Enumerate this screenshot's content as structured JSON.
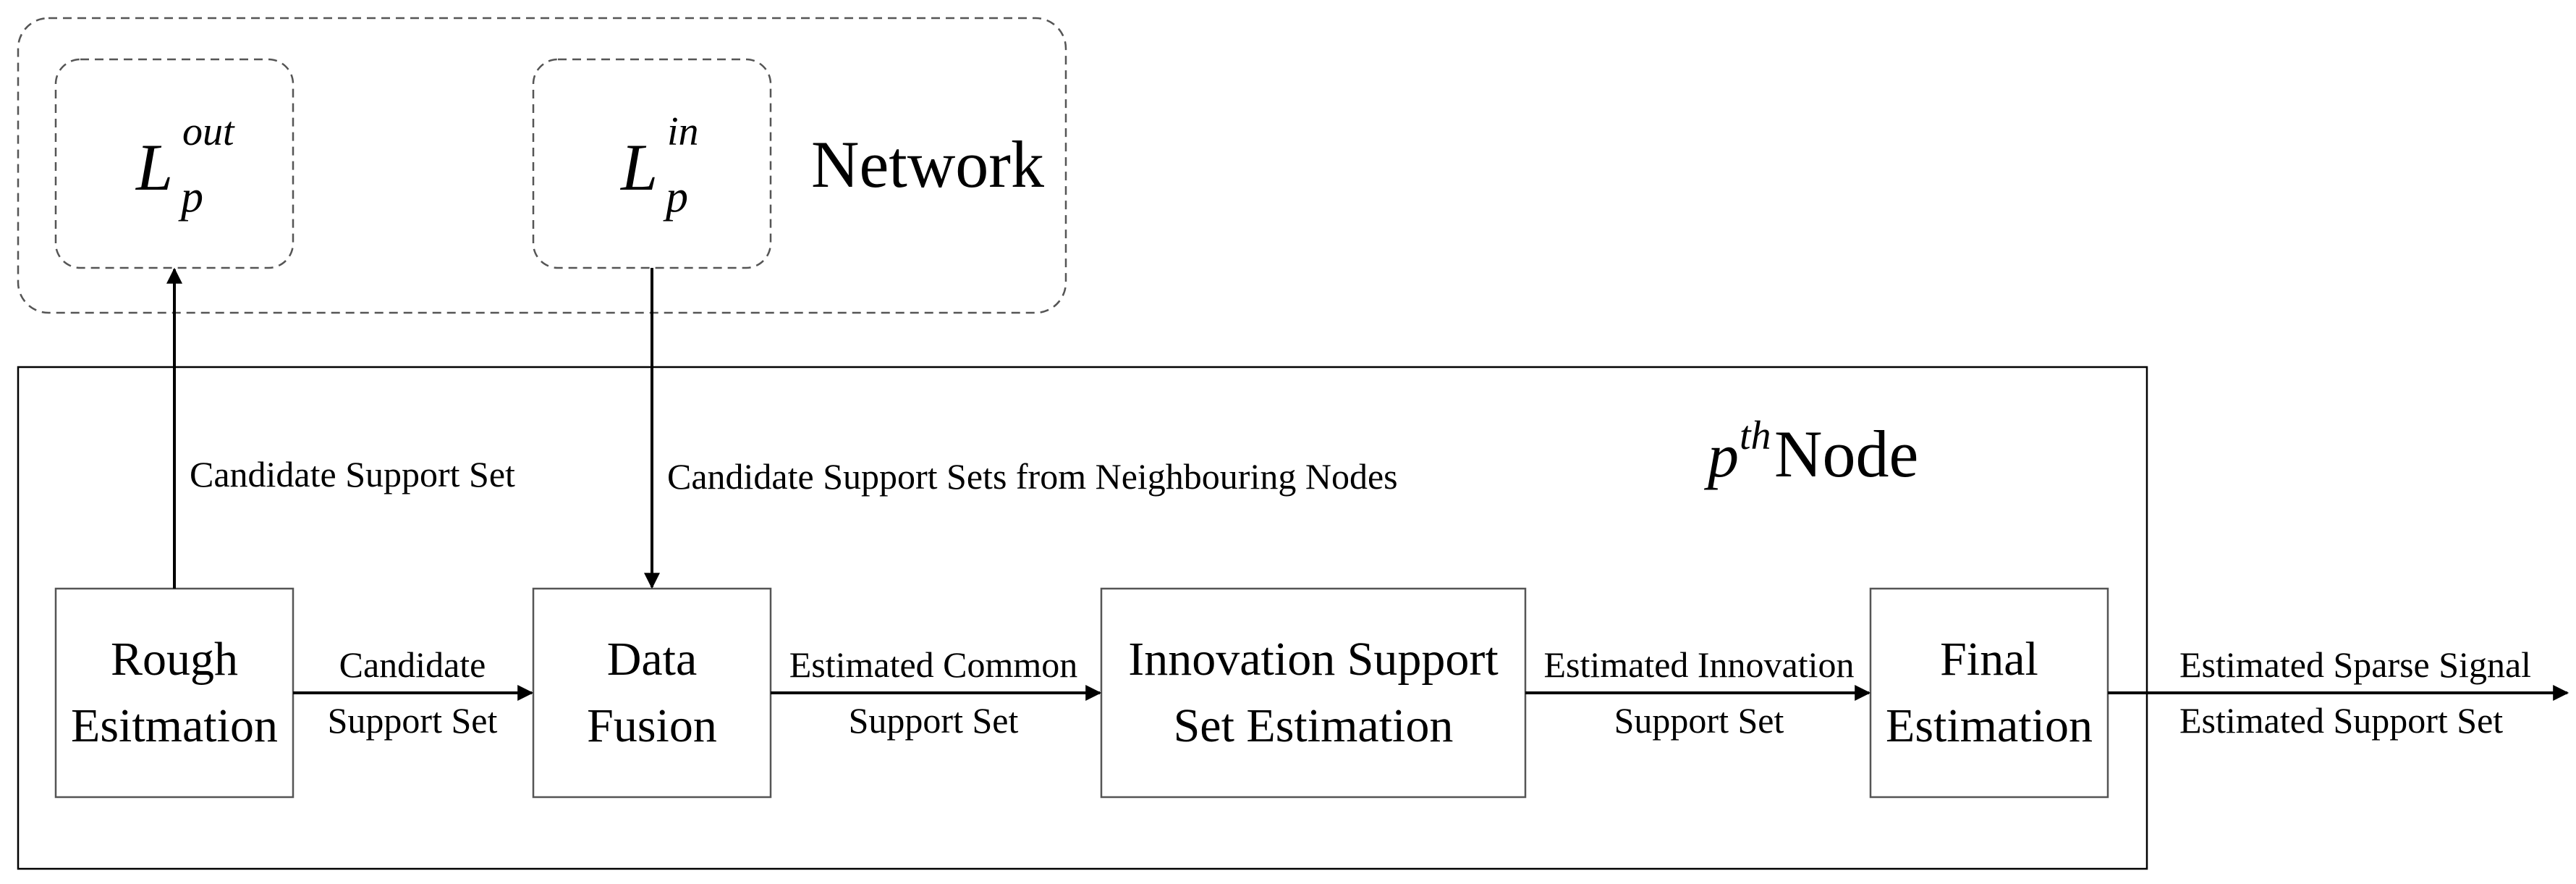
{
  "network": {
    "label": "Network",
    "lout": {
      "base": "L",
      "sub": "p",
      "sup": "out"
    },
    "lin": {
      "base": "L",
      "sub": "p",
      "sup": "in"
    }
  },
  "node": {
    "title_sup": "th",
    "title_var": "p",
    "title_text": "Node"
  },
  "blocks": {
    "rough": {
      "line1": "Rough",
      "line2": "Esitmation"
    },
    "fusion": {
      "line1": "Data",
      "line2": "Fusion"
    },
    "innovation": {
      "line1": "Innovation Support",
      "line2": "Set Estimation"
    },
    "final": {
      "line1": "Final",
      "line2": "Estimation"
    }
  },
  "edges": {
    "up_label": "Candidate Support Set",
    "down_label": "Candidate Support Sets from Neighbouring Nodes",
    "rough_to_fusion": {
      "line1": "Candidate",
      "line2": "Support Set"
    },
    "fusion_to_innovation": {
      "line1": "Estimated Common",
      "line2": "Support Set"
    },
    "innovation_to_final": {
      "line1": "Estimated Innovation",
      "line2": "Support Set"
    },
    "output": {
      "line1": "Estimated Sparse Signal",
      "line2": "Estimated Support Set"
    }
  }
}
